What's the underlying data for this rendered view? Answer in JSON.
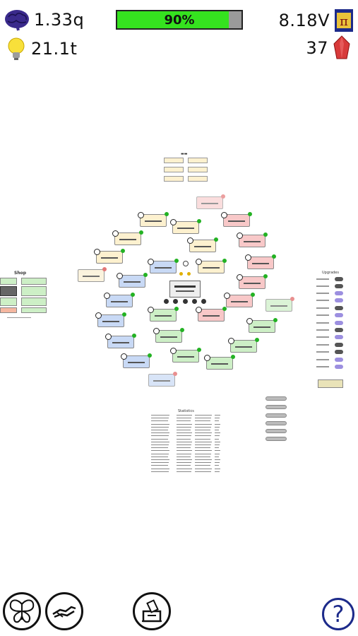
{
  "hud": {
    "brain_value": "1.33q",
    "bulb_value": "21.1t",
    "volts_value": "8.18V",
    "gems_value": "37",
    "progress_percent": 90,
    "progress_label": "90%",
    "book_glyph": "π"
  },
  "board": {
    "shop_title": "Shop",
    "upgrades_title": "Upgrades",
    "stats_title": "Statistics"
  },
  "bottom_bar": {
    "help_label": "?"
  },
  "icons": [
    "brain-icon",
    "lightbulb-icon",
    "pi-book-icon",
    "red-gem-icon",
    "butterfly-icon",
    "handshake-icon",
    "voting-box-icon",
    "help-icon"
  ],
  "colors": {
    "progress_fill": "#35e21f",
    "progress_track": "#9a9a9a",
    "help_accent": "#1c2a8a",
    "gem": "#d83a3a"
  }
}
